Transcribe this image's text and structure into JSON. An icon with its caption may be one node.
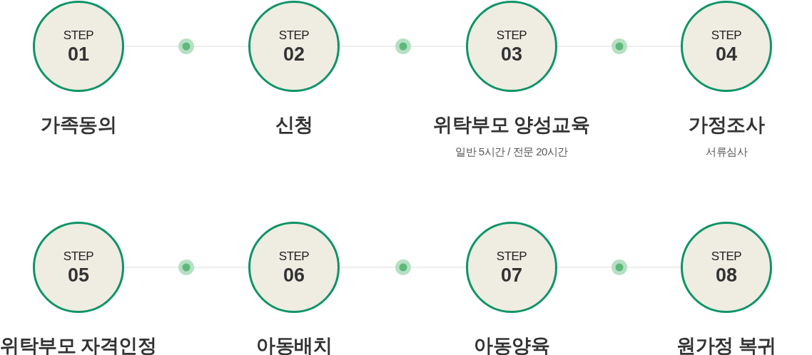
{
  "diagram": {
    "nodes": [
      {
        "text": [
          "STEP",
          "01"
        ],
        "beside": [
          "가족동의"
        ]
      },
      {
        "text": [
          "STEP",
          "02"
        ],
        "beside": [
          "신청"
        ]
      },
      {
        "text": [
          "STEP",
          "03"
        ],
        "beside": [
          "위탁부모 양성교육",
          "일반 5시간 / 전문 20시간"
        ]
      },
      {
        "text": [
          "STEP",
          "04"
        ],
        "beside": [
          "가정조사",
          "서류심사"
        ]
      },
      {
        "text": [
          "STEP",
          "05"
        ],
        "beside": [
          "위탁부모 자격인정"
        ]
      },
      {
        "text": [
          "STEP",
          "06"
        ],
        "beside": [
          "아동배치"
        ]
      },
      {
        "text": [
          "STEP",
          "07"
        ],
        "beside": [
          "아동양육"
        ]
      },
      {
        "text": [
          "STEP",
          "08"
        ],
        "beside": [
          "원가정 복귀"
        ]
      }
    ],
    "edges": [
      {
        "from": 0,
        "to": 1,
        "arrow": "none"
      },
      {
        "from": 1,
        "to": 2,
        "arrow": "none"
      },
      {
        "from": 2,
        "to": 3,
        "arrow": "none"
      },
      {
        "from": 4,
        "to": 5,
        "arrow": "none"
      },
      {
        "from": 5,
        "to": 6,
        "arrow": "none"
      },
      {
        "from": 6,
        "to": 7,
        "arrow": "none"
      }
    ]
  }
}
